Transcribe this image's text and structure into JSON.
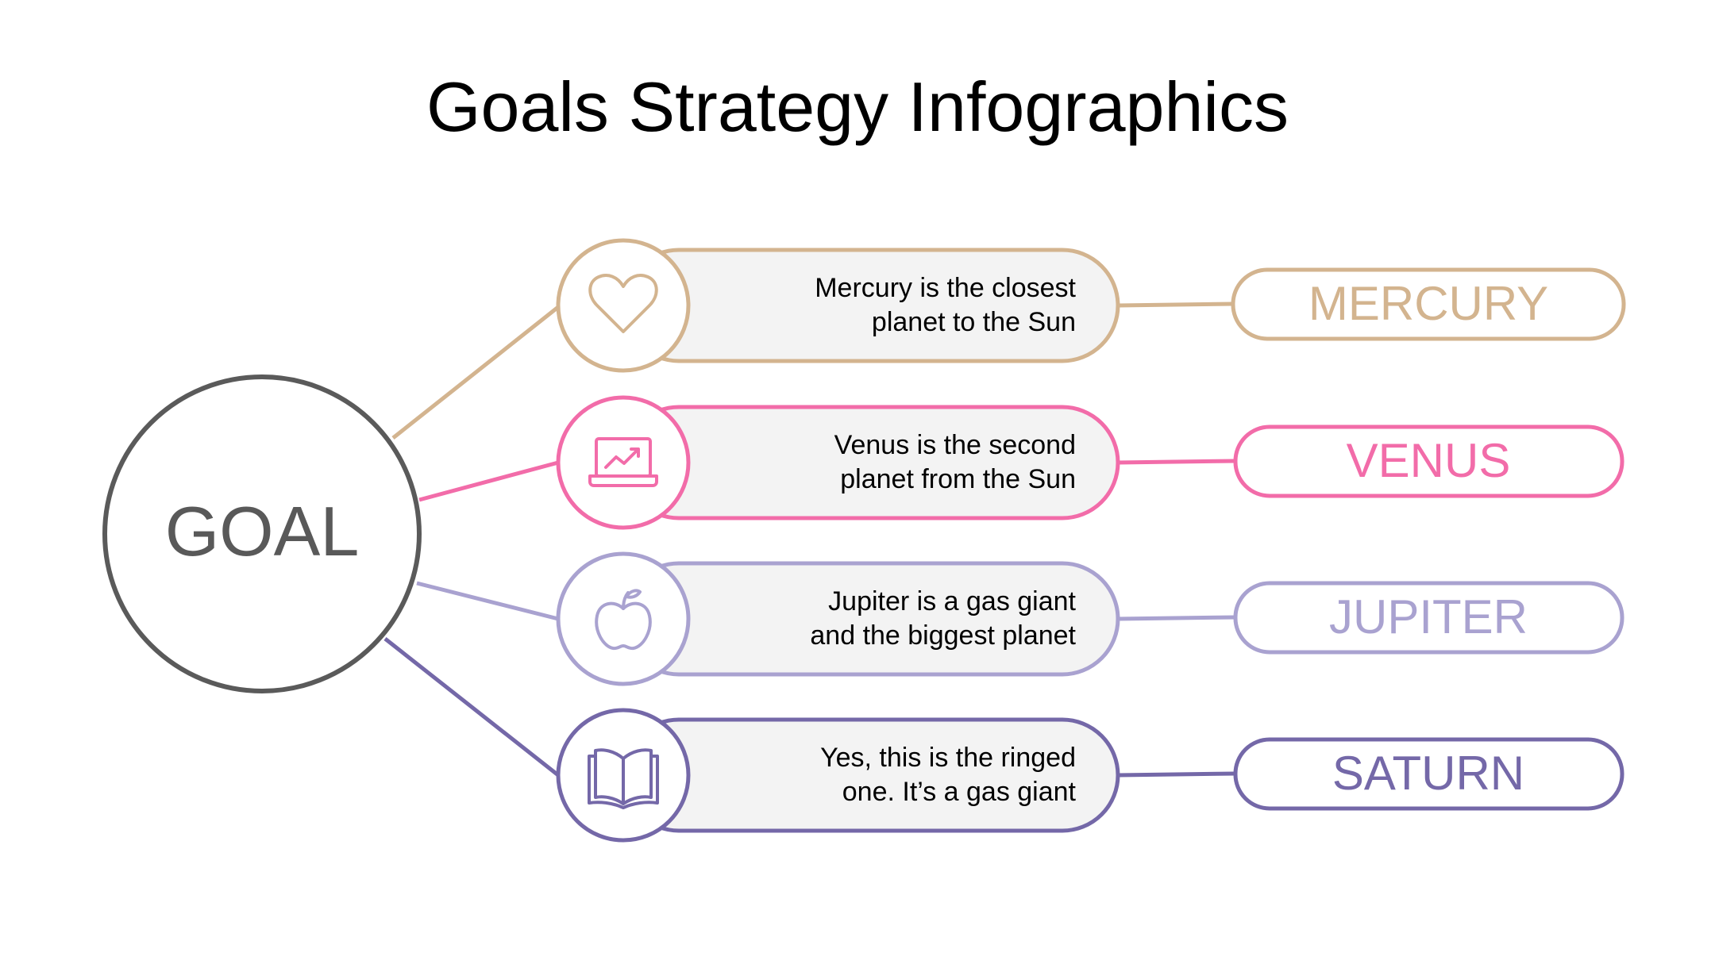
{
  "title": "Goals Strategy Infographics",
  "center": {
    "label": "GOAL",
    "color": "#5a5a5a"
  },
  "items": [
    {
      "name": "MERCURY",
      "description_line1": "Mercury is the closest",
      "description_line2": "planet to the Sun",
      "icon": "heart-icon",
      "color": "#d3b48f"
    },
    {
      "name": "VENUS",
      "description_line1": "Venus is the second",
      "description_line2": "planet from the Sun",
      "icon": "laptop-chart-icon",
      "color": "#f26ca9"
    },
    {
      "name": "JUPITER",
      "description_line1": "Jupiter is a gas giant",
      "description_line2": "and the biggest planet",
      "icon": "apple-icon",
      "color": "#a9a2d0"
    },
    {
      "name": "SATURN",
      "description_line1": "Yes, this is the ringed",
      "description_line2": "one. It’s a gas giant",
      "icon": "book-icon",
      "color": "#7468a8"
    }
  ],
  "pill_fill": "#f3f3f3"
}
